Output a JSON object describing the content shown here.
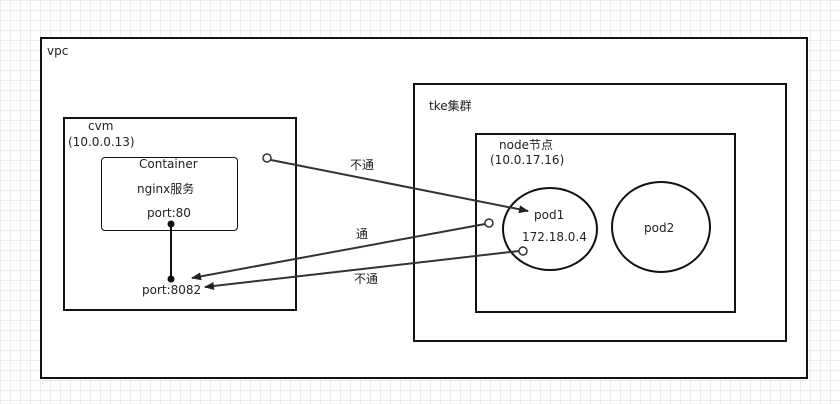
{
  "vpc": {
    "label": "vpc"
  },
  "cvm": {
    "label": "cvm",
    "ip": "(10.0.0.13)"
  },
  "container": {
    "label": "Container",
    "service": "nginx服务",
    "port": "port:80"
  },
  "host_port": {
    "label": "port:8082"
  },
  "tke": {
    "label": "tke集群"
  },
  "node": {
    "label": "node节点",
    "ip": "(10.0.17.16)"
  },
  "pod1": {
    "label": "pod1",
    "ip": "172.18.0.4"
  },
  "pod2": {
    "label": "pod2"
  },
  "edges": {
    "cvm_to_pod1": "不通",
    "pod1_to_port": "通",
    "pod1ip_to_port": "不通"
  }
}
